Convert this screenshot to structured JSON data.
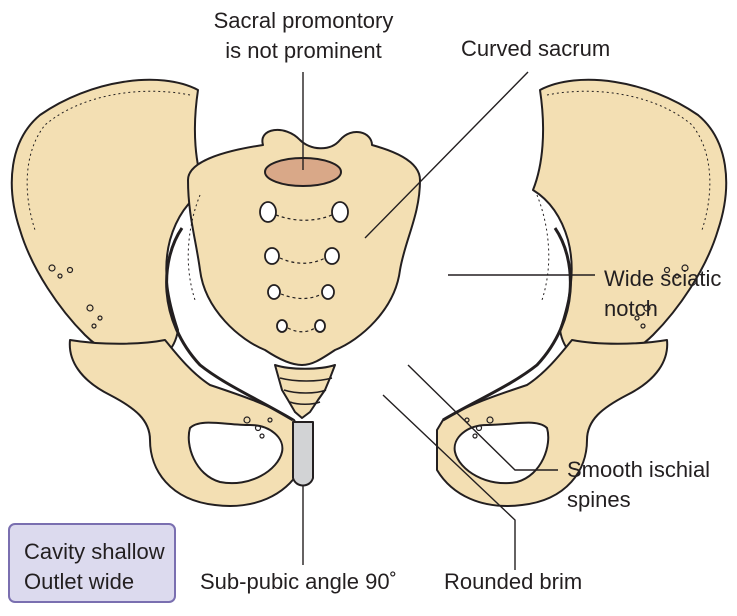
{
  "labels": {
    "sacral_promontory": [
      "Sacral promontory",
      "is not prominent"
    ],
    "curved_sacrum": "Curved sacrum",
    "sciatic_notch": [
      "Wide sciatic",
      "notch"
    ],
    "ischial_spines": [
      "Smooth ischial",
      "spines"
    ],
    "rounded_brim": "Rounded brim",
    "subpubic_angle": "Sub-pubic angle 90˚"
  },
  "summary_box": {
    "line1": "Cavity shallow",
    "line2": "Outlet wide"
  },
  "colors": {
    "bone": "#f3dfb3",
    "outline": "#231f20",
    "promontory": "#d9a888",
    "pubic_gap": "#d2d3d5",
    "box_fill": "#dcdaee",
    "box_border": "#7a6fb0",
    "leader": "#231f20"
  }
}
